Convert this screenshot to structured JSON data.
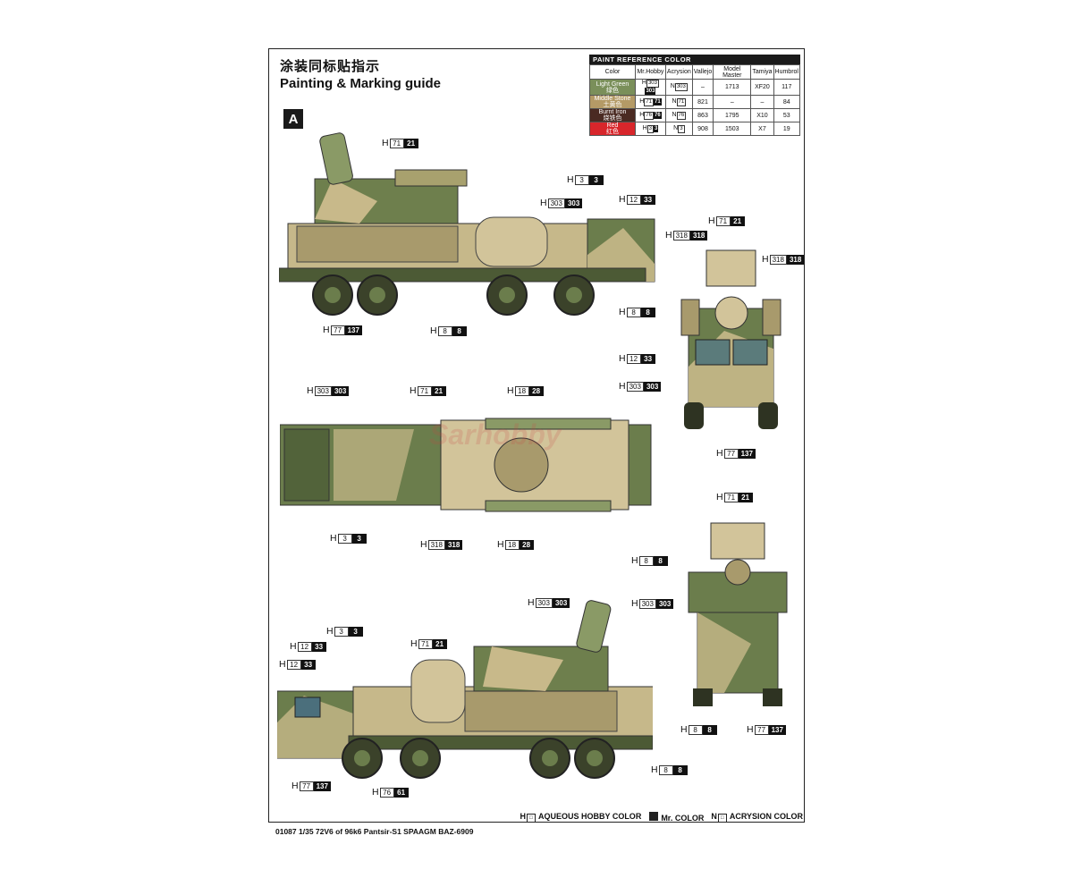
{
  "header": {
    "title_cn": "涂装同标贴指示",
    "title_en": "Painting & Marking guide",
    "scheme_letter": "A"
  },
  "paint_table": {
    "title": "PAINT  REFERENCE COLOR",
    "columns": [
      "Color",
      "Mr.Hobby",
      "Acrysion",
      "Vallejo",
      "Model Master",
      "Tamiya",
      "Humbrol"
    ],
    "rows": [
      {
        "color_en": "Light Green",
        "color_cn": "绿色",
        "swatch": "#7a8f5a",
        "mr_hobby": "303",
        "acrysion": "303",
        "vallejo": "–",
        "model_master": "1713",
        "tamiya": "XF20",
        "humbrol": "117"
      },
      {
        "color_en": "Middle Stone",
        "color_cn": "土黄色",
        "swatch": "#b49a66",
        "mr_hobby": "71",
        "acrysion": "71",
        "vallejo": "821",
        "model_master": "–",
        "tamiya": "–",
        "humbrol": "84"
      },
      {
        "color_en": "Burnt Iron",
        "color_cn": "烧铁色",
        "swatch": "#4a2a22",
        "mr_hobby": "76",
        "acrysion": "76",
        "vallejo": "863",
        "model_master": "1795",
        "tamiya": "X10",
        "humbrol": "53"
      },
      {
        "color_en": "Red",
        "color_cn": "红色",
        "swatch": "#d8262b",
        "mr_hobby": "3",
        "acrysion": "3",
        "vallejo": "908",
        "model_master": "1503",
        "tamiya": "X7",
        "humbrol": "19"
      }
    ]
  },
  "callouts": [
    {
      "id": "c1",
      "h": "H",
      "code": "71",
      "ref": "21"
    },
    {
      "id": "c2",
      "h": "H",
      "code": "3",
      "ref": "3"
    },
    {
      "id": "c3",
      "h": "H",
      "code": "303",
      "ref": "303"
    },
    {
      "id": "c4",
      "h": "H",
      "code": "12",
      "ref": "33"
    },
    {
      "id": "c5",
      "h": "H",
      "code": "8",
      "ref": "8"
    },
    {
      "id": "c6",
      "h": "H",
      "code": "77",
      "ref": "137"
    },
    {
      "id": "c7",
      "h": "H",
      "code": "8",
      "ref": "8"
    },
    {
      "id": "c8",
      "h": "H",
      "code": "71",
      "ref": "21"
    },
    {
      "id": "c9",
      "h": "H",
      "code": "318",
      "ref": "318"
    },
    {
      "id": "c10",
      "h": "H",
      "code": "318",
      "ref": "318"
    },
    {
      "id": "c11",
      "h": "H",
      "code": "12",
      "ref": "33"
    },
    {
      "id": "c12",
      "h": "H",
      "code": "303",
      "ref": "303"
    },
    {
      "id": "c13",
      "h": "H",
      "code": "77",
      "ref": "137"
    },
    {
      "id": "c14",
      "h": "H",
      "code": "303",
      "ref": "303"
    },
    {
      "id": "c15",
      "h": "H",
      "code": "71",
      "ref": "21"
    },
    {
      "id": "c16",
      "h": "H",
      "code": "18",
      "ref": "28"
    },
    {
      "id": "c17",
      "h": "H",
      "code": "3",
      "ref": "3"
    },
    {
      "id": "c18",
      "h": "H",
      "code": "318",
      "ref": "318"
    },
    {
      "id": "c19",
      "h": "H",
      "code": "18",
      "ref": "28"
    },
    {
      "id": "c20",
      "h": "H",
      "code": "71",
      "ref": "21"
    },
    {
      "id": "c21",
      "h": "H",
      "code": "8",
      "ref": "8"
    },
    {
      "id": "c22",
      "h": "H",
      "code": "303",
      "ref": "303"
    },
    {
      "id": "c23",
      "h": "H",
      "code": "8",
      "ref": "8"
    },
    {
      "id": "c24",
      "h": "H",
      "code": "77",
      "ref": "137"
    },
    {
      "id": "c25",
      "h": "H",
      "code": "303",
      "ref": "303"
    },
    {
      "id": "c26",
      "h": "H",
      "code": "3",
      "ref": "3"
    },
    {
      "id": "c27",
      "h": "H",
      "code": "12",
      "ref": "33"
    },
    {
      "id": "c28",
      "h": "H",
      "code": "71",
      "ref": "21"
    },
    {
      "id": "c29",
      "h": "H",
      "code": "12",
      "ref": "33"
    },
    {
      "id": "c30",
      "h": "H",
      "code": "8",
      "ref": "8"
    },
    {
      "id": "c31",
      "h": "H",
      "code": "77",
      "ref": "137"
    },
    {
      "id": "c32",
      "h": "H",
      "code": "76",
      "ref": "61"
    }
  ],
  "legend": {
    "aqueous": "AQUEOUS HOBBY COLOR",
    "mr": "Mr. COLOR",
    "acrysion": "ACRYSION COLOR",
    "h_letter": "H",
    "n_letter": "N"
  },
  "footer": {
    "product": "01087 1/35  72V6 of 96k6 Pantsir-S1 SPAAGM BAZ-6909"
  },
  "watermark": "Sarhobby"
}
